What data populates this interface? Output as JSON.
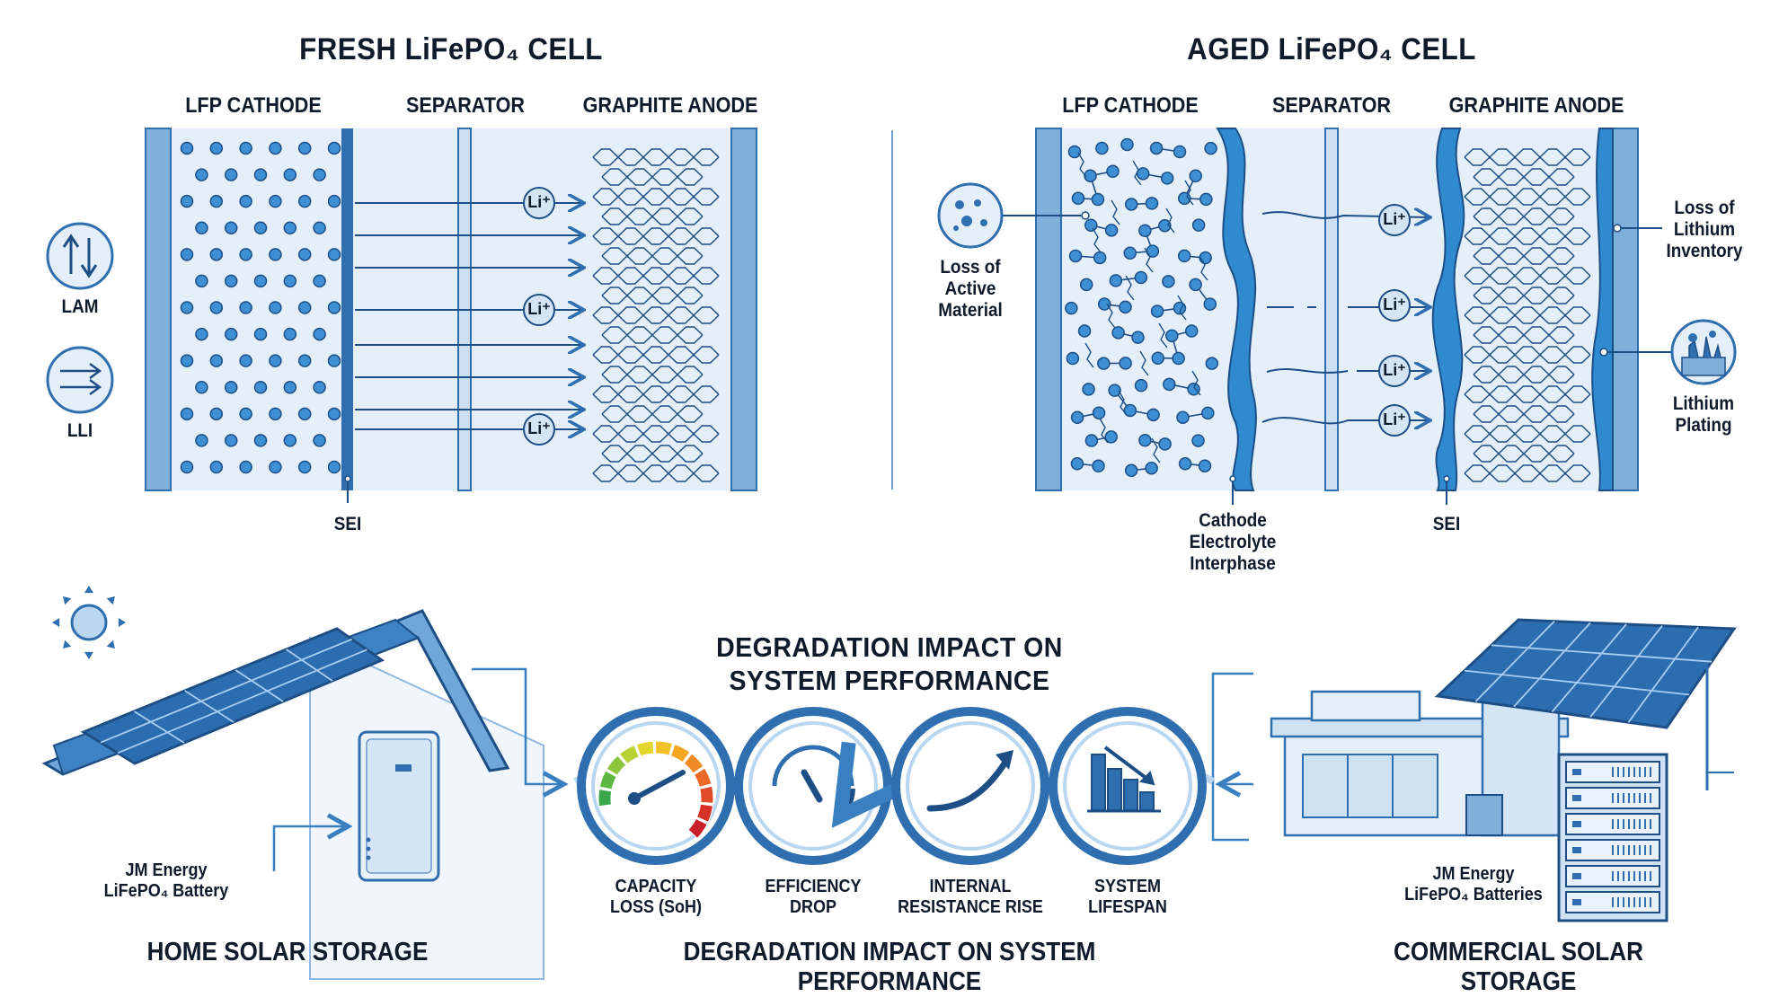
{
  "fresh": {
    "title": "FRESH LiFePO₄ CELL",
    "cathode_label": "LFP CATHODE",
    "separator_label": "SEPARATOR",
    "anode_label": "GRAPHITE ANODE",
    "sei_label": "SEI",
    "ion_label": "Li⁺",
    "legend": [
      {
        "label": "LAM",
        "icon": "up-down-arrows-icon"
      },
      {
        "label": "LLI",
        "icon": "right-arrows-icon"
      }
    ]
  },
  "aged": {
    "title": "AGED LiFePO₄ CELL",
    "cathode_label": "LFP CATHODE",
    "separator_label": "SEPARATOR",
    "anode_label": "GRAPHITE ANODE",
    "sei_label": "SEI",
    "cei_label": [
      "Cathode",
      "Electrolyte",
      "Interphase"
    ],
    "loss_active": [
      "Loss of",
      "Active",
      "Material"
    ],
    "loss_lithium": [
      "Loss of",
      "Lithium",
      "Inventory"
    ],
    "plating": [
      "Lithium",
      "Plating"
    ],
    "ion_label": "Li⁺"
  },
  "home": {
    "battery_label": [
      "JM Energy",
      "LiFePO₄ Battery"
    ],
    "footer": "HOME SOLAR STORAGE"
  },
  "impact": {
    "title": [
      "DEGRADATION IMPACT ON",
      "SYSTEM PERFORMANCE"
    ],
    "footer": "DEGRADATION IMPACT ON SYSTEM PERFORMANCE",
    "metrics": [
      {
        "label": [
          "CAPACITY",
          "LOSS (SoH)"
        ],
        "icon": "gauge-icon"
      },
      {
        "label": [
          "EFFICIENCY",
          "DROP"
        ],
        "icon": "efficiency-dial-icon"
      },
      {
        "label": [
          "INTERNAL",
          "RESISTANCE RISE"
        ],
        "icon": "rising-curve-icon"
      },
      {
        "label": [
          "SYSTEM",
          "LIFESPAN"
        ],
        "icon": "declining-bars-icon"
      }
    ]
  },
  "commercial": {
    "battery_label": [
      "JM Energy",
      "LiFePO₄ Batteries"
    ],
    "footer": "COMMERCIAL SOLAR STORAGE"
  },
  "colors": {
    "primary": "#2f6fb0",
    "light": "#e4eff9",
    "mid": "#8fb9e0",
    "dark": "#1d4f86"
  }
}
